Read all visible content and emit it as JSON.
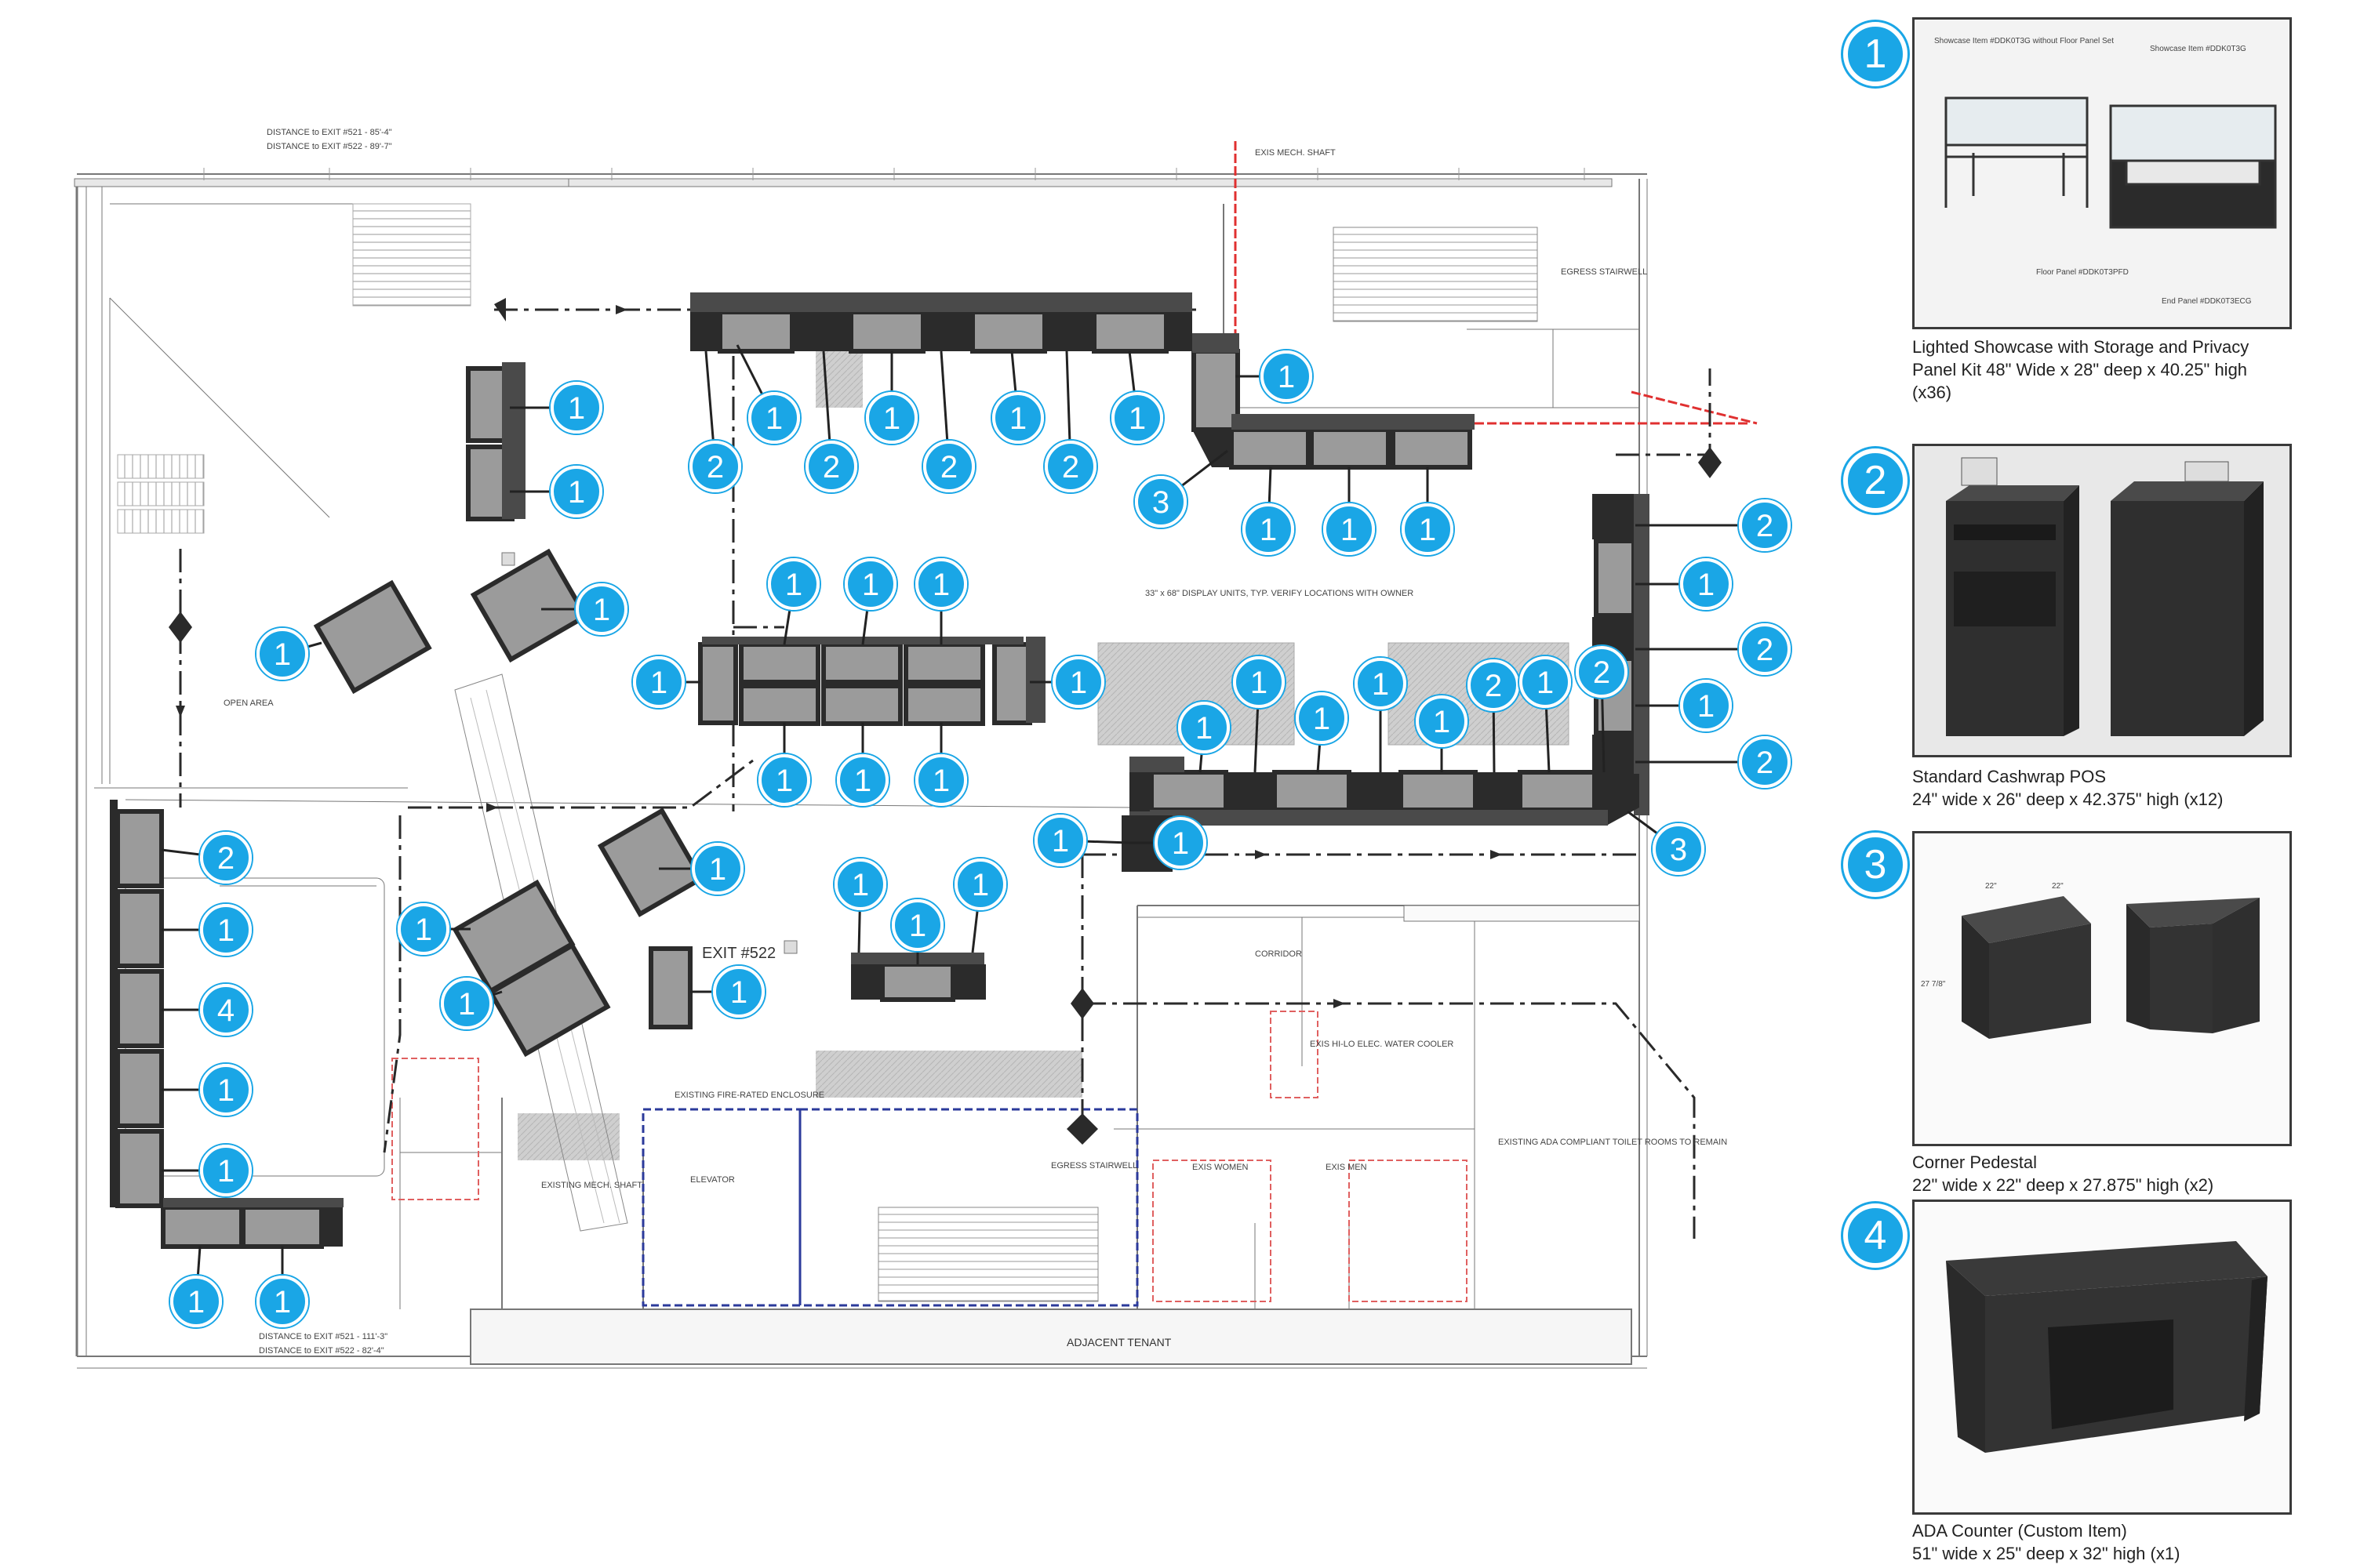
{
  "plan": {
    "distance_top": [
      "DISTANCE to EXIT #521  -  85'-4\"",
      "DISTANCE to EXIT #522  -  89'-7\""
    ],
    "distance_bottom": [
      "DISTANCE to EXIT #521  -  111'-3\"",
      "DISTANCE to EXIT #522  -  82'-4\""
    ],
    "exist_mech_shaft": "EXIS MECH. SHAFT",
    "egress_stairwell_top": "EGRESS STAIRWELL",
    "display_units_note": "33\" x 68\" DISPLAY UNITS, TYP. VERIFY LOCATIONS WITH OWNER",
    "open_area": "OPEN AREA",
    "exit_label": "EXIT #522",
    "existing_enclosure": "EXISTING FIRE-RATED ENCLOSURE",
    "corridor": "CORRIDOR",
    "water_cooler": "EXIS HI-LO ELEC. WATER COOLER",
    "ada_toilet": "EXISTING ADA COMPLIANT TOILET ROOMS TO REMAIN",
    "womens": "EXIS WOMEN",
    "mens": "EXIS MEN",
    "elevator": "ELEVATOR",
    "egress_stairwell_bottom": "EGRESS STAIRWELL",
    "existing_mech_shaft": "EXISTING MECH. SHAFT",
    "adjacent_tenant": "ADJACENT TENANT"
  },
  "callouts": [
    "1",
    "1",
    "1",
    "1",
    "2",
    "2",
    "2",
    "2",
    "1",
    "1",
    "1",
    "1",
    "1",
    "3",
    "1",
    "1",
    "1",
    "2",
    "1",
    "2",
    "1",
    "2",
    "3",
    "1",
    "1",
    "1",
    "1",
    "1",
    "1",
    "1",
    "1",
    "1",
    "1",
    "1",
    "1",
    "1",
    "2",
    "1",
    "2",
    "1",
    "2",
    "1",
    "4",
    "1",
    "1",
    "1",
    "1",
    "1",
    "1",
    "1",
    "1",
    "1",
    "1",
    "1",
    "1",
    "2",
    "2",
    "1",
    "1"
  ],
  "legend": [
    {
      "number": "1",
      "caption": [
        "Lighted Showcase with Storage and Privacy",
        "Panel Kit 48\" Wide x 28\" deep x 40.25\" high",
        "(x36)"
      ],
      "image_labels": [
        "Showcase Item #DDK0T3G without Floor Panel Set",
        "Showcase Item #DDK0T3G",
        "Floor Panel  #DDK0T3PFD",
        "End Panel #DDK0T3ECG"
      ]
    },
    {
      "number": "2",
      "caption": [
        "Standard Cashwrap POS",
        "24\" wide x 26\" deep x 42.375\" high (x12)"
      ]
    },
    {
      "number": "3",
      "caption": [
        "Corner Pedestal",
        "22\" wide x 22\" deep x 27.875\" high (x2)"
      ],
      "image_labels": [
        "22\"",
        "22\"",
        "27 7/8\""
      ]
    },
    {
      "number": "4",
      "caption": [
        "ADA Counter (Custom Item)",
        "51\" wide x 25\" deep x 32\" high (x1)"
      ]
    }
  ],
  "colors": {
    "badge": "#1aa6e6",
    "casework": "#2b2b2b",
    "showcase_glass": "#9b9b9b",
    "exit_path": "#2a2a2a",
    "fire_rated": "#e03030",
    "elevator_border": "#2b3a9b"
  }
}
